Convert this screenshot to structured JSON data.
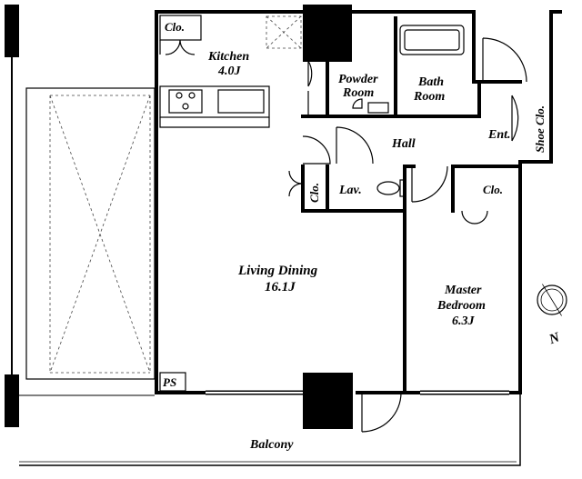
{
  "floorplan": {
    "rooms": {
      "kitchen": {
        "name": "Kitchen",
        "size": "4.0J"
      },
      "powder_room": {
        "line1": "Powder",
        "line2": "Room"
      },
      "bath_room": {
        "line1": "Bath",
        "line2": "Room"
      },
      "entrance": {
        "name": "Ent."
      },
      "shoe_closet": {
        "name": "Shoe Clo."
      },
      "hall": {
        "name": "Hall"
      },
      "lavatory": {
        "name": "Lav."
      },
      "living_dining": {
        "name": "Living Dining",
        "size": "16.1J"
      },
      "master_bedroom": {
        "line1": "Master",
        "line2": "Bedroom",
        "size": "6.3J"
      },
      "balcony": {
        "name": "Balcony"
      }
    },
    "closets": {
      "kitchen_closet": "Clo.",
      "hall_closet": "Clo.",
      "bedroom_closet": "Clo."
    },
    "pipe_space": "PS",
    "compass": {
      "label": "N"
    }
  }
}
